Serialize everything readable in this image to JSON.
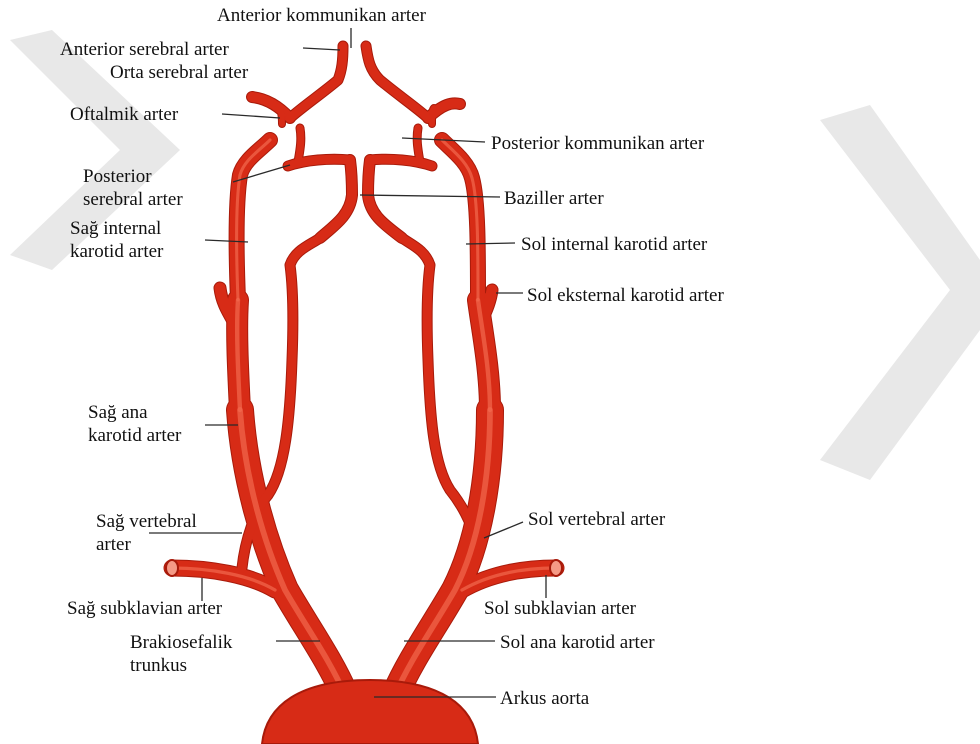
{
  "colors": {
    "artery": "#d72b16",
    "artery_dark": "#a81a0a",
    "artery_highlight": "#f26a4e",
    "watermark": "#e8e8e8"
  },
  "labels": {
    "anterior_kommunikan": "Anterior kommunikan arter",
    "anterior_serebral": "Anterior serebral arter",
    "orta_serebral": "Orta serebral arter",
    "oftalmik": "Oftalmik arter",
    "posterior_kommunikan": "Posterior kommunikan arter",
    "posterior_serebral_1": "Posterior",
    "posterior_serebral_2": "serebral arter",
    "baziller": "Baziller arter",
    "sag_internal_1": "Sağ internal",
    "sag_internal_2": "karotid arter",
    "sol_internal": "Sol internal karotid arter",
    "sol_eksternal": "Sol eksternal karotid arter",
    "sag_ana_1": "Sağ ana",
    "sag_ana_2": "karotid arter",
    "sag_vertebral_1": "Sağ vertebral",
    "sag_vertebral_2": "arter",
    "sol_vertebral": "Sol vertebral arter",
    "sag_subklavian": "Sağ subklavian arter",
    "sol_subklavian": "Sol subklavian arter",
    "brakiosefalik_1": "Brakiosefalik",
    "brakiosefalik_2": "trunkus",
    "sol_ana": "Sol ana karotid arter",
    "arkus": "Arkus aorta"
  }
}
